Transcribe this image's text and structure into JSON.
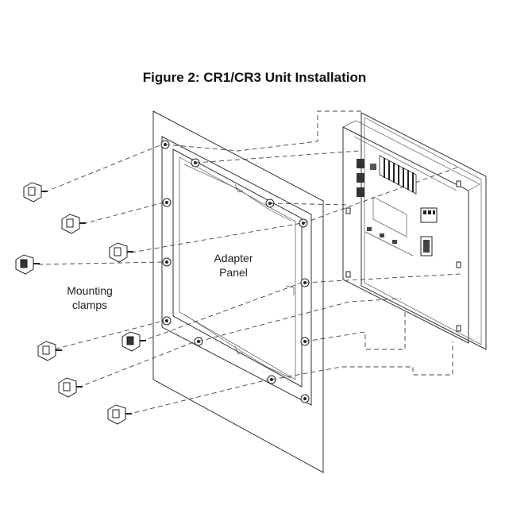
{
  "figure": {
    "title": "Figure 2: CR1/CR3 Unit Installation"
  },
  "labels": {
    "adapter_panel_line1": "Adapter",
    "adapter_panel_line2": "Panel",
    "mounting_clamps_line1": "Mounting",
    "mounting_clamps_line2": "clamps"
  }
}
